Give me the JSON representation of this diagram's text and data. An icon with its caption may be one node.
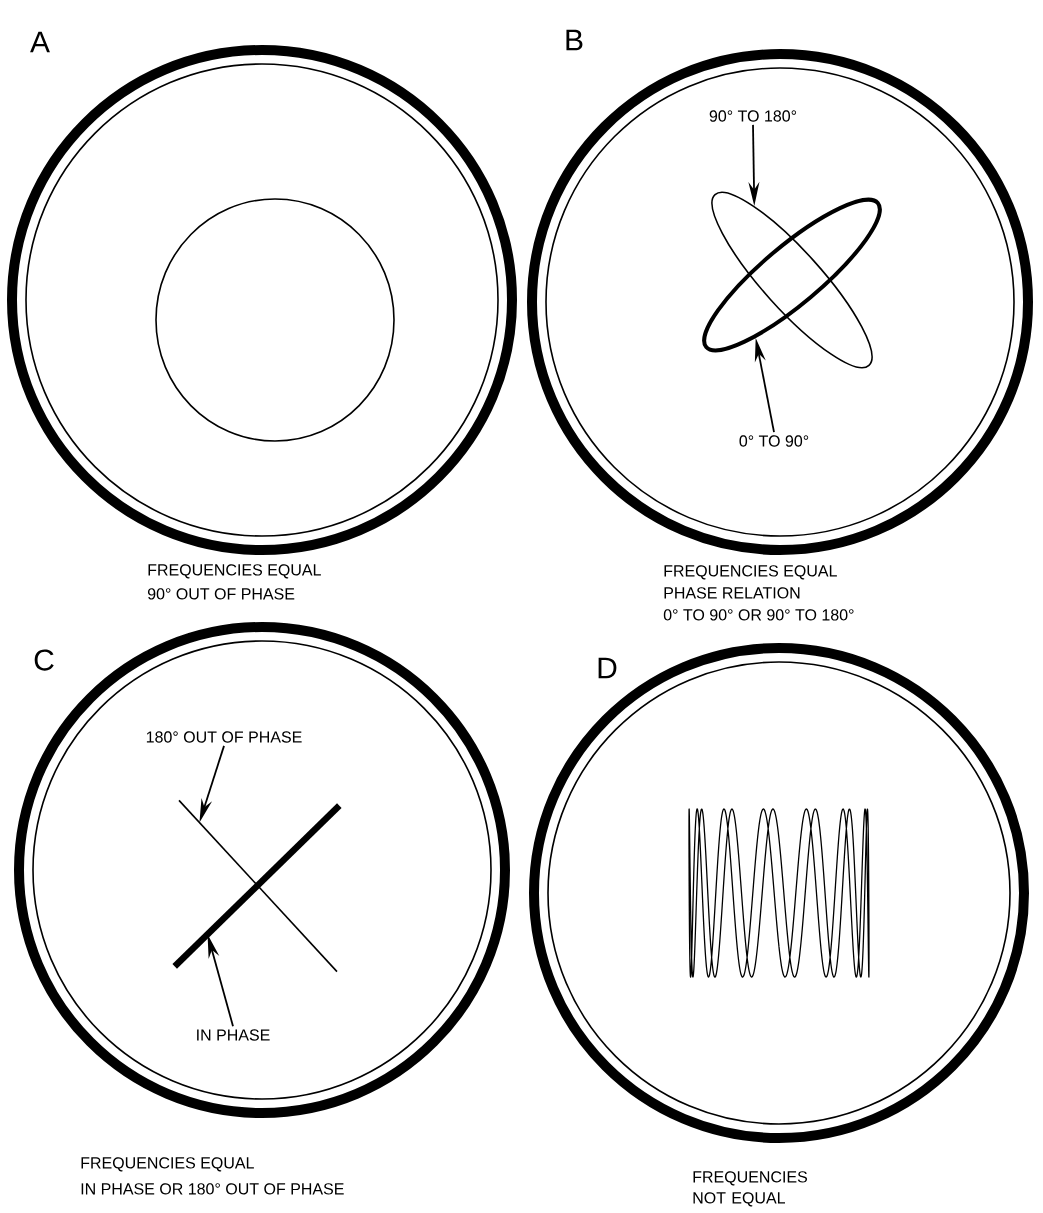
{
  "diagram": {
    "nodes": [
      {
        "text": [
          "A"
        ],
        "beside": [
          "FREQUENCIES EQUAL",
          "90° OUT OF PHASE"
        ]
      },
      {
        "text": [],
        "shape": "circle",
        "in": 0
      },
      {
        "text": [
          "B"
        ],
        "beside": [
          "FREQUENCIES EQUAL",
          "PHASE RELATION",
          "0° TO 90° OR 90° TO 180°"
        ]
      },
      {
        "text": [
          "90° TO 180°"
        ],
        "in": 2
      },
      {
        "text": [],
        "shape": "ellipse",
        "in": 2
      },
      {
        "text": [
          "0° TO 90°"
        ],
        "in": 2
      },
      {
        "text": [],
        "shape": "ellipse",
        "in": 2
      },
      {
        "text": [
          "C"
        ],
        "beside": [
          "FREQUENCIES EQUAL",
          "IN PHASE OR 180° OUT OF PHASE"
        ]
      },
      {
        "text": [
          "180° OUT OF PHASE"
        ],
        "in": 7
      },
      {
        "text": [],
        "shape": "line",
        "in": 7
      },
      {
        "text": [
          "IN PHASE"
        ],
        "in": 7
      },
      {
        "text": [],
        "shape": "line",
        "in": 7
      },
      {
        "text": [
          "D"
        ],
        "beside": [
          "FREQUENCIES NOT EQUAL"
        ]
      }
    ],
    "edges": [
      {
        "from": 3,
        "to": 4,
        "arrow": "to"
      },
      {
        "from": 5,
        "to": 6,
        "arrow": "to"
      },
      {
        "from": 8,
        "to": 9,
        "arrow": "to"
      },
      {
        "from": 10,
        "to": 11,
        "arrow": "to"
      }
    ]
  }
}
